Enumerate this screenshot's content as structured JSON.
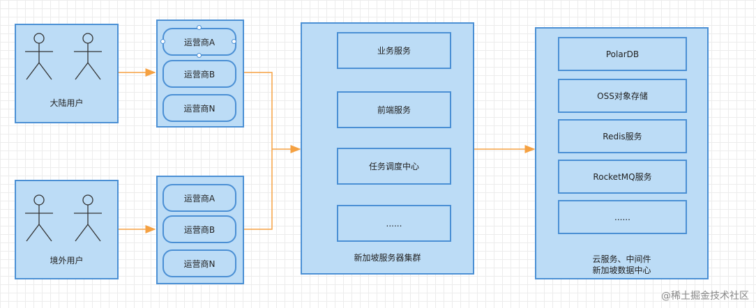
{
  "users": {
    "mainland": "大陆用户",
    "overseas": "境外用户"
  },
  "carriers_top": [
    "运营商A",
    "运营商B",
    "运营商N"
  ],
  "carriers_bottom": [
    "运营商A",
    "运营商B",
    "运营商N"
  ],
  "cluster": {
    "services": [
      "业务服务",
      "前端服务",
      "任务调度中心",
      "......"
    ],
    "label": "新加坡服务器集群"
  },
  "cloud": {
    "services": [
      "PolarDB",
      "OSS对象存储",
      "Redis服务",
      "RocketMQ服务",
      "......"
    ],
    "label_line1": "云服务、中间件",
    "label_line2": "新加坡数据中心"
  },
  "watermark": {
    "text": "@稀土掘金技术社区",
    "icon": "at-icon"
  },
  "colors": {
    "box_fill": "#bcdcf6",
    "box_border": "#4a8fd4",
    "arrow": "#f5a142"
  }
}
